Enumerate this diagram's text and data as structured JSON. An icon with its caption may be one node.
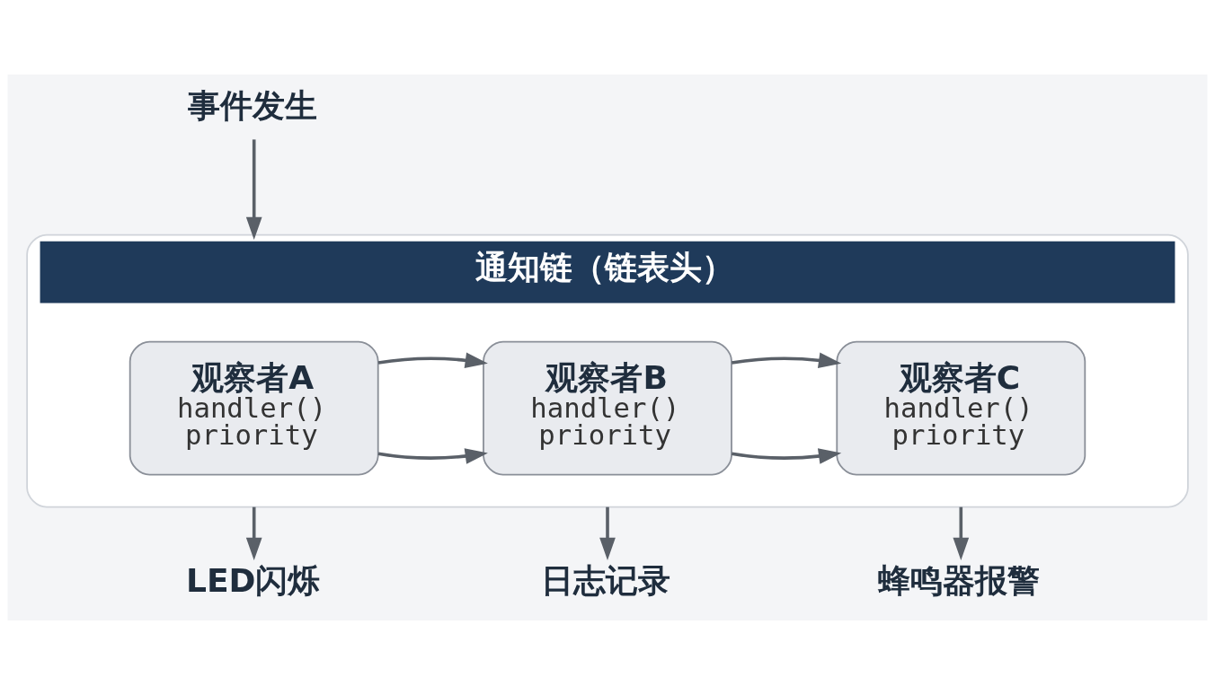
{
  "diagram": {
    "nodes": [
      {
        "text": [
          "事件发生"
        ]
      },
      {
        "text": [
          "通知链（链表头）"
        ]
      },
      {
        "text": [
          "观察者A",
          "handler()",
          "priority"
        ],
        "in": 1
      },
      {
        "text": [
          "观察者B",
          "handler()",
          "priority"
        ],
        "in": 1
      },
      {
        "text": [
          "观察者C",
          "handler()",
          "priority"
        ],
        "in": 1
      },
      {
        "text": [
          "LED闪烁"
        ]
      },
      {
        "text": [
          "日志记录"
        ]
      },
      {
        "text": [
          "蜂鸣器报警"
        ]
      }
    ],
    "edges": [
      {
        "from": 0,
        "to": 1,
        "arrow": "to"
      },
      {
        "from": 2,
        "to": 3,
        "arrow": "to"
      },
      {
        "from": 2,
        "to": 3,
        "arrow": "to"
      },
      {
        "from": 3,
        "to": 4,
        "arrow": "to"
      },
      {
        "from": 3,
        "to": 4,
        "arrow": "to"
      },
      {
        "from": 1,
        "to": 5,
        "arrow": "to"
      },
      {
        "from": 1,
        "to": 6,
        "arrow": "to"
      },
      {
        "from": 1,
        "to": 7,
        "arrow": "to"
      }
    ]
  }
}
